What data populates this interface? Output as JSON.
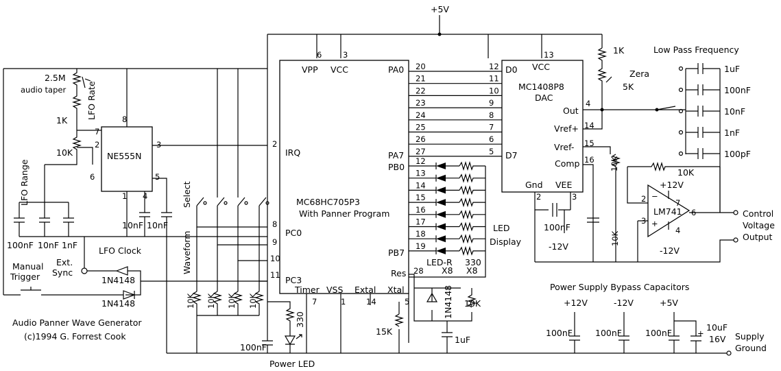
{
  "supply": {
    "vcc": "+5V"
  },
  "mcu": {
    "name": "MC68HC705P3",
    "subtitle": "With Panner Program",
    "pins": {
      "vpp": "VPP",
      "vcc": "VCC",
      "pa0": "PA0",
      "pa7": "PA7",
      "pb0": "PB0",
      "pb7": "PB7",
      "irq": "IRQ",
      "pc0": "PC0",
      "pc3": "PC3",
      "res": "Res",
      "timer": "Timer",
      "vss": "VSS",
      "extal": "Extal",
      "xtal": "Xtal"
    },
    "pin_numbers": {
      "vpp": "6",
      "vcc": "3",
      "irq": "2",
      "pc0": "8",
      "pc1": "9",
      "pc2": "10",
      "pc3": "11",
      "timer": "7",
      "vss": "1",
      "extal": "14",
      "xtal": "5",
      "res": "28"
    },
    "pa_pins": [
      "20",
      "21",
      "22",
      "23",
      "24",
      "25",
      "26",
      "27"
    ],
    "pb_pins": [
      "12",
      "13",
      "14",
      "15",
      "16",
      "17",
      "18",
      "19"
    ]
  },
  "dac": {
    "name": "MC1408P8",
    "type": "DAC",
    "pins": {
      "d0": "D0",
      "vcc": "VCC",
      "d7": "D7",
      "out": "Out",
      "vref_plus": "Vref+",
      "vref_minus": "Vref-",
      "comp": "Comp",
      "gnd": "Gnd",
      "vee": "VEE"
    },
    "data_pins": [
      "12",
      "11",
      "10",
      "9",
      "8",
      "7",
      "6",
      "5"
    ],
    "pin_numbers": {
      "vcc": "13",
      "out": "4",
      "vref_plus": "14",
      "vref_minus": "15",
      "comp": "16",
      "gnd": "2",
      "vee": "3"
    },
    "comp_cap": "100nF",
    "vee_supply": "-12V"
  },
  "timer555": {
    "name": "NE555N",
    "pin_numbers": {
      "p8": "8",
      "p7": "7",
      "p2": "2",
      "p3": "3",
      "p6": "6",
      "p1": "1",
      "p4": "4",
      "p5": "5"
    },
    "rate_pot": "2.5M",
    "rate_pot_note": "audio taper",
    "rate_label": "LFO Rate",
    "r1": "1K",
    "r2": "10K",
    "c_a": "10nF",
    "c_b": "10nF"
  },
  "lfo": {
    "range_label": "LFO Range",
    "caps": [
      "100nF",
      "10nF",
      "1nF"
    ],
    "clock_label": "LFO Clock",
    "ext_sync": "Ext.",
    "ext_sync2": "Sync",
    "manual": "Manual",
    "trigger": "Trigger",
    "diode": "1N4148"
  },
  "waveform": {
    "select": "Select",
    "waveform": "Waveform",
    "resistors": [
      "10K",
      "10K",
      "10K",
      "10K"
    ]
  },
  "leds": {
    "label1": "LED",
    "label2": "Display",
    "led_r": "LED-R",
    "x8a": "X8",
    "r330": "330",
    "x8b": "X8"
  },
  "reset": {
    "diode": "1N4148",
    "r": "10K",
    "c": "1uF"
  },
  "crystal": {
    "r": "15K"
  },
  "power_led": {
    "r": "330",
    "c": "100nF",
    "label": "Power LED"
  },
  "zero": {
    "r1": "1K",
    "label": "Zera",
    "pot": "5K",
    "r_vref": "10K",
    "r_fb": "10K"
  },
  "lowpass": {
    "title": "Low Pass Frequency",
    "caps": [
      "1uF",
      "100nF",
      "10nF",
      "1nF",
      "100pF"
    ]
  },
  "opamp": {
    "name": "LM741",
    "v_plus": "+12V",
    "v_minus": "-12V",
    "pins": {
      "in_minus": "2",
      "in_plus": "3",
      "out": "6",
      "vp": "7",
      "vm": "4"
    }
  },
  "output": {
    "l1": "Control",
    "l2": "Voltage",
    "l3": "Output"
  },
  "bypass": {
    "title": "Power Supply Bypass Capacitors",
    "rails": [
      "+12V",
      "-12V",
      "+5V"
    ],
    "caps": [
      "100nF",
      "100nF",
      "100nF"
    ],
    "electrolytic": "10uF",
    "electrolytic_v": "16V"
  },
  "ground": {
    "l1": "Supply",
    "l2": "Ground"
  },
  "credit": {
    "l1": "Audio Panner Wave Generator",
    "l2": "(c)1994 G. Forrest Cook"
  }
}
